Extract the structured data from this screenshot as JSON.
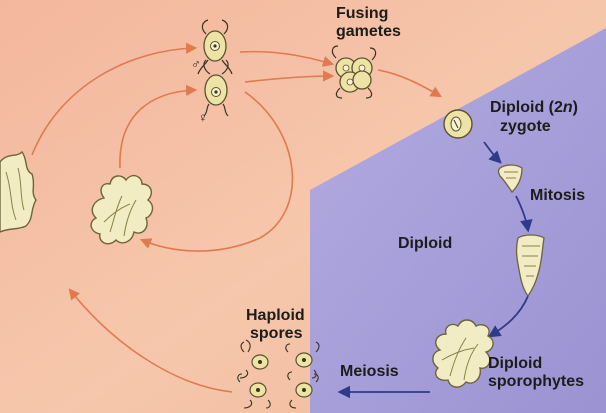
{
  "labels": {
    "fusing_line1": "Fusing",
    "fusing_line2": "gametes",
    "zygote_line1_pre": "Diploid (2",
    "zygote_line1_n": "n",
    "zygote_line1_post": ")",
    "zygote_line2": "zygote",
    "mitosis": "Mitosis",
    "diploid": "Diploid",
    "haploid_line1": "Haploid",
    "haploid_line2": "spores",
    "meiosis": "Meiosis",
    "sporophytes_line1": "Diploid",
    "sporophytes_line2": "sporophytes",
    "male_symbol": "♂",
    "female_symbol": "♀"
  },
  "colors": {
    "haploid_bg": "#f5c2a6",
    "diploid_bg": "#a79fd8",
    "haploid_arrow": "#e07a4f",
    "diploid_arrow": "#2e3a8a",
    "plant_fill": "#f1ecc4",
    "plant_stroke": "#6d6438",
    "cell_fill": "#ede3a4"
  }
}
